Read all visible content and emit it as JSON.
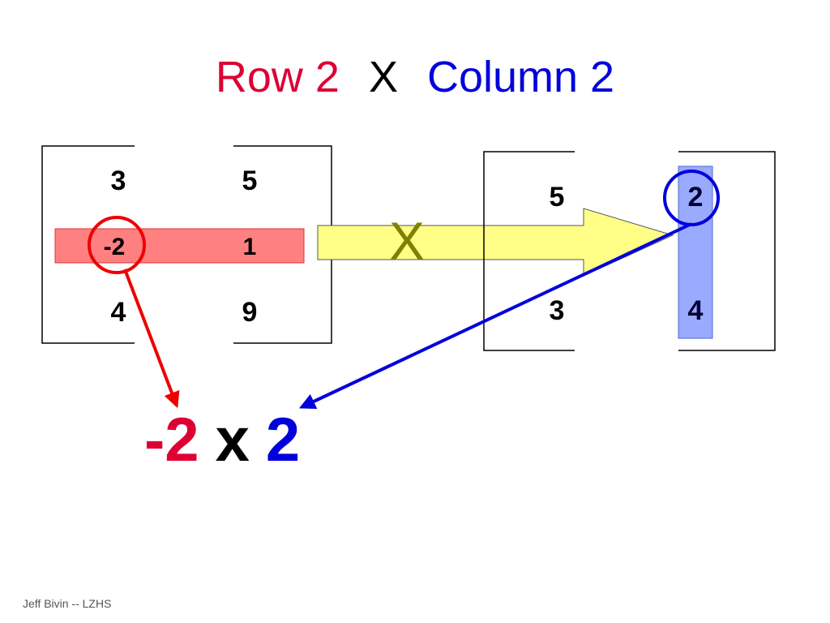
{
  "title": {
    "row_text": "Row 2",
    "times_text": "X",
    "col_text": "Column 2"
  },
  "matrix_a": {
    "rows": [
      [
        "3",
        "5"
      ],
      [
        "-2",
        "1"
      ],
      [
        "4",
        "9"
      ]
    ],
    "highlighted_row": 2
  },
  "operator": "X",
  "matrix_b": {
    "rows": [
      [
        "5",
        "2"
      ],
      [
        "3",
        "4"
      ]
    ],
    "highlighted_column": 2
  },
  "result": {
    "left_factor": "-2",
    "operator": "x",
    "right_factor": "2"
  },
  "footer": "Jeff Bivin -- LZHS",
  "colors": {
    "row_red": "#dd0033",
    "row_highlight_fill": "#ff8080",
    "column_blue": "#0000dd",
    "column_highlight_fill": "#99aaff",
    "arrow_fill": "#ffff88",
    "operator_olive": "#808000"
  }
}
